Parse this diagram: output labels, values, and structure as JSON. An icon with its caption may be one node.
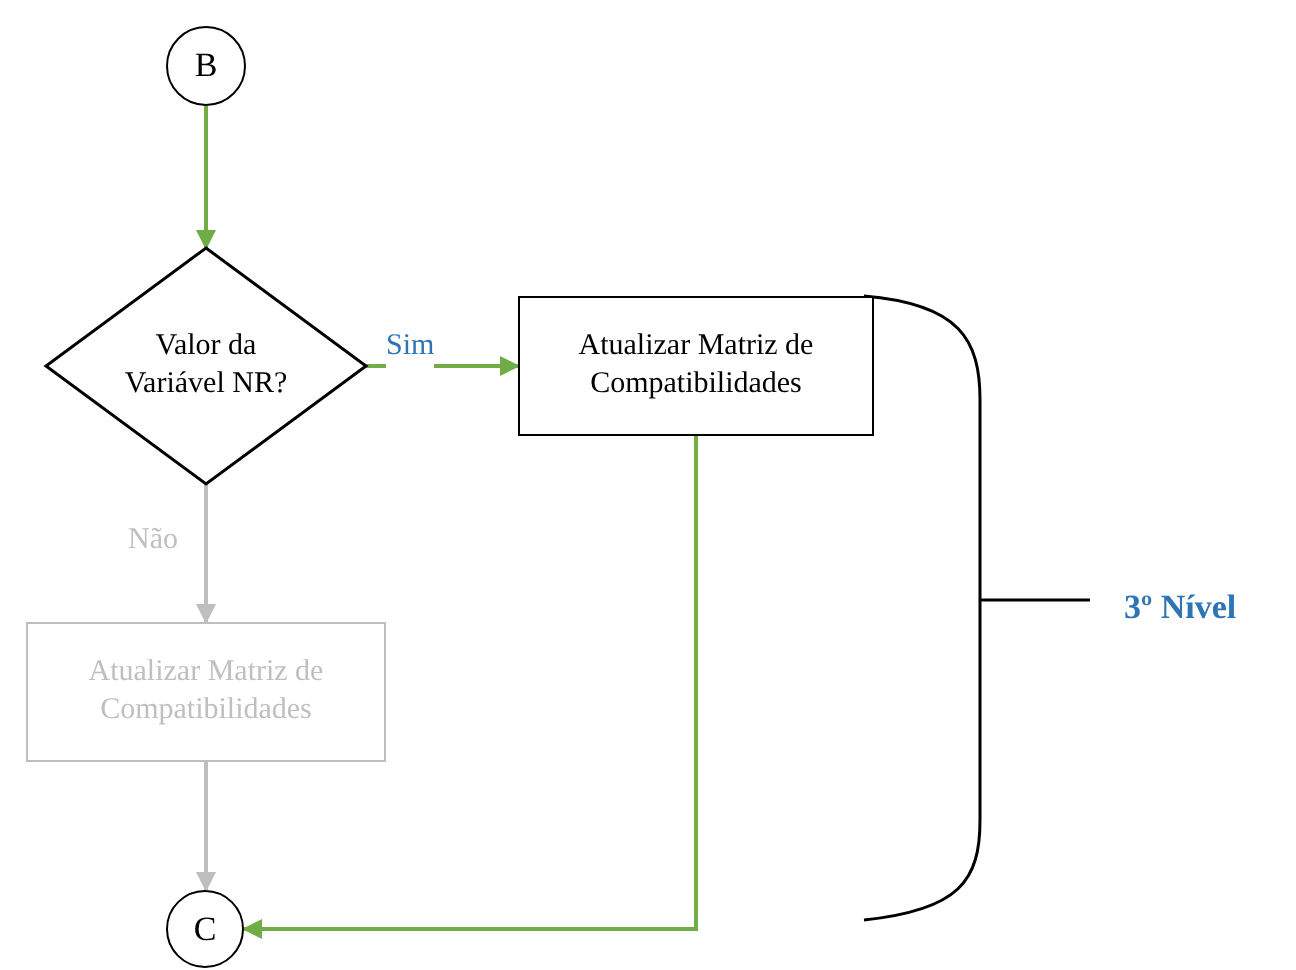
{
  "diagram": {
    "nodes": [
      {
        "text": [
          "B"
        ]
      },
      {
        "text": [
          "Valor da Variável NR?"
        ]
      },
      {
        "text": [
          "Atualizar Matriz de Compatibilidades"
        ]
      },
      {
        "text": [
          "Atualizar Matriz de Compatibilidades"
        ]
      },
      {
        "text": [
          "C"
        ]
      }
    ],
    "edges": [
      {
        "from": 0,
        "to": 1,
        "arrow": "to"
      },
      {
        "from": 1,
        "to": 2,
        "arrow": "to",
        "label": "Sim"
      },
      {
        "from": 1,
        "to": 3,
        "arrow": "to",
        "label": "Não",
        "color": "#bfbfbf"
      },
      {
        "from": 3,
        "to": 4,
        "arrow": "to",
        "color": "#bfbfbf"
      },
      {
        "from": 2,
        "to": 4,
        "arrow": "to"
      }
    ],
    "labels": [
      "3º Nível"
    ]
  }
}
